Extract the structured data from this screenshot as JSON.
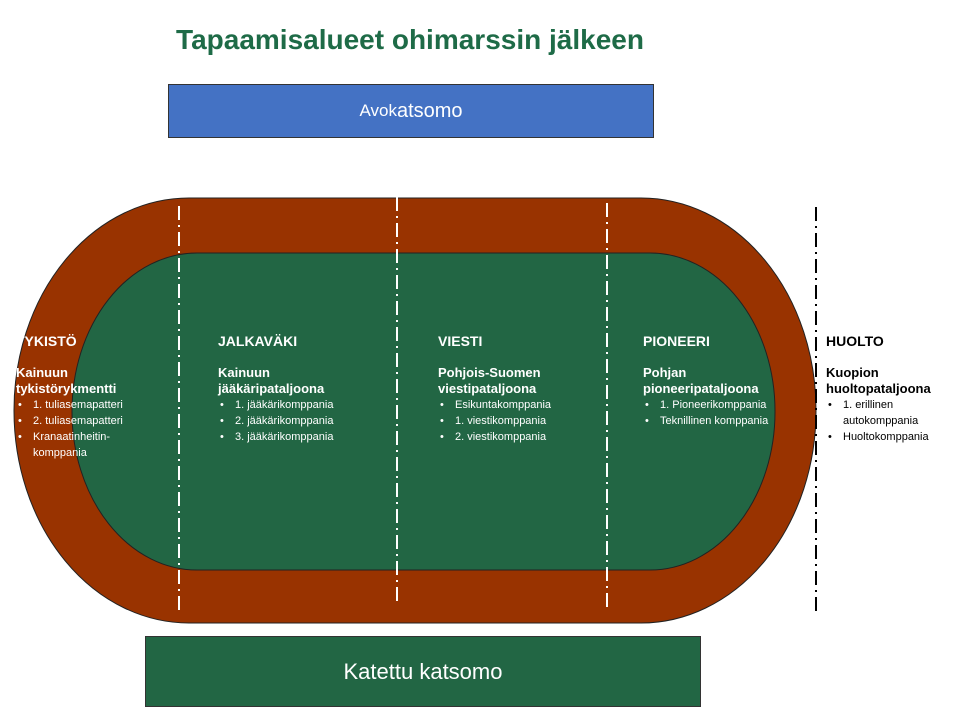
{
  "title": "Tapaamisalueet ohimarssin jälkeen",
  "stands": {
    "top": {
      "prefix": "Avok",
      "rest": "atsomo"
    },
    "bottom": "Katettu katsomo"
  },
  "colors": {
    "track": "#993300",
    "field": "#226644",
    "top_stand": "#4472c4",
    "bottom_stand": "#226644",
    "title": "#1e6b47"
  },
  "branches": [
    {
      "heading": "TYKISTÖ",
      "unit": "Kainuun tykistörykmentti",
      "items": [
        "1. tuliasemapatteri",
        "2. tuliasemapatteri",
        "Kranaatinheitin-komppania"
      ]
    },
    {
      "heading": "JALKAVÄKI",
      "unit": "Kainuun jääkäripataljoona",
      "items": [
        "1. jääkärikomppania",
        "2. jääkärikomppania",
        "3. jääkärikomppania"
      ]
    },
    {
      "heading": "VIESTI",
      "unit": "Pohjois-Suomen viestipataljoona",
      "items": [
        "Esikuntakomppania",
        "1. viestikomppania",
        "2. viestikomppania"
      ]
    },
    {
      "heading": "PIONEERI",
      "unit": "Pohjan pioneeripataljoona",
      "items": [
        "1. Pioneerikomppania",
        "Teknillinen komppania"
      ]
    },
    {
      "heading": "HUOLTO",
      "unit": "Kuopion huoltopataljoona",
      "items": [
        "1. erillinen autokomppania",
        "Huoltokomppania"
      ]
    }
  ]
}
